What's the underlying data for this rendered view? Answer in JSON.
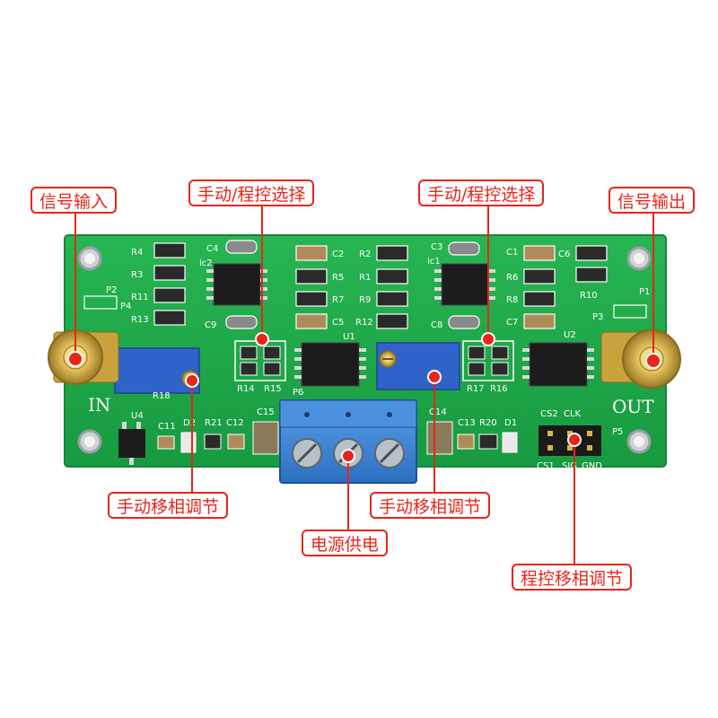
{
  "callouts": {
    "signal_in": "信号输入",
    "signal_out": "信号输出",
    "select_left": "手动/程控选择",
    "select_right": "手动/程控选择",
    "manual_left": "手动移相调节",
    "manual_right": "手动移相调节",
    "power": "电源供电",
    "program_shift": "程控移相调节"
  },
  "silkscreen": {
    "in": "IN",
    "out": "OUT",
    "r4": "R4",
    "r3": "R3",
    "r11": "R11",
    "r13": "R13",
    "c4": "C4",
    "ic2": "ic2",
    "c9": "C9",
    "c2": "C2",
    "r5": "R5",
    "r7": "R7",
    "c5": "C5",
    "r2": "R2",
    "r1": "R1",
    "r9": "R9",
    "r12": "R12",
    "c3": "C3",
    "ic1": "ic1",
    "c8": "C8",
    "c1": "C1",
    "c6": "C6",
    "r6": "R6",
    "r8": "R8",
    "c7": "C7",
    "r10": "R10",
    "p1": "P1",
    "p2": "P2",
    "p3": "P3",
    "p4": "P4",
    "p5": "P5",
    "p6": "P6",
    "u1": "U1",
    "u2": "U2",
    "u4": "U4",
    "r14": "R14",
    "r15": "R15",
    "r16": "R16",
    "r17": "R17",
    "r18": "R18",
    "r20": "R20",
    "r21": "R21",
    "c11": "C11",
    "c12": "C12",
    "c13": "C13",
    "c14": "C14",
    "c15": "C15",
    "d1": "D1",
    "d2": "D2",
    "cs2": "CS2",
    "clk": "CLK",
    "cs1": "CS1",
    "sig": "SIG",
    "gnd": "GND"
  },
  "colors": {
    "board": "#1fa84a",
    "board_edge": "#15863a",
    "terminal": "#3a83d6",
    "pot": "#2f63c9",
    "callout": "#e8251a",
    "gold": "#d9b44a"
  }
}
